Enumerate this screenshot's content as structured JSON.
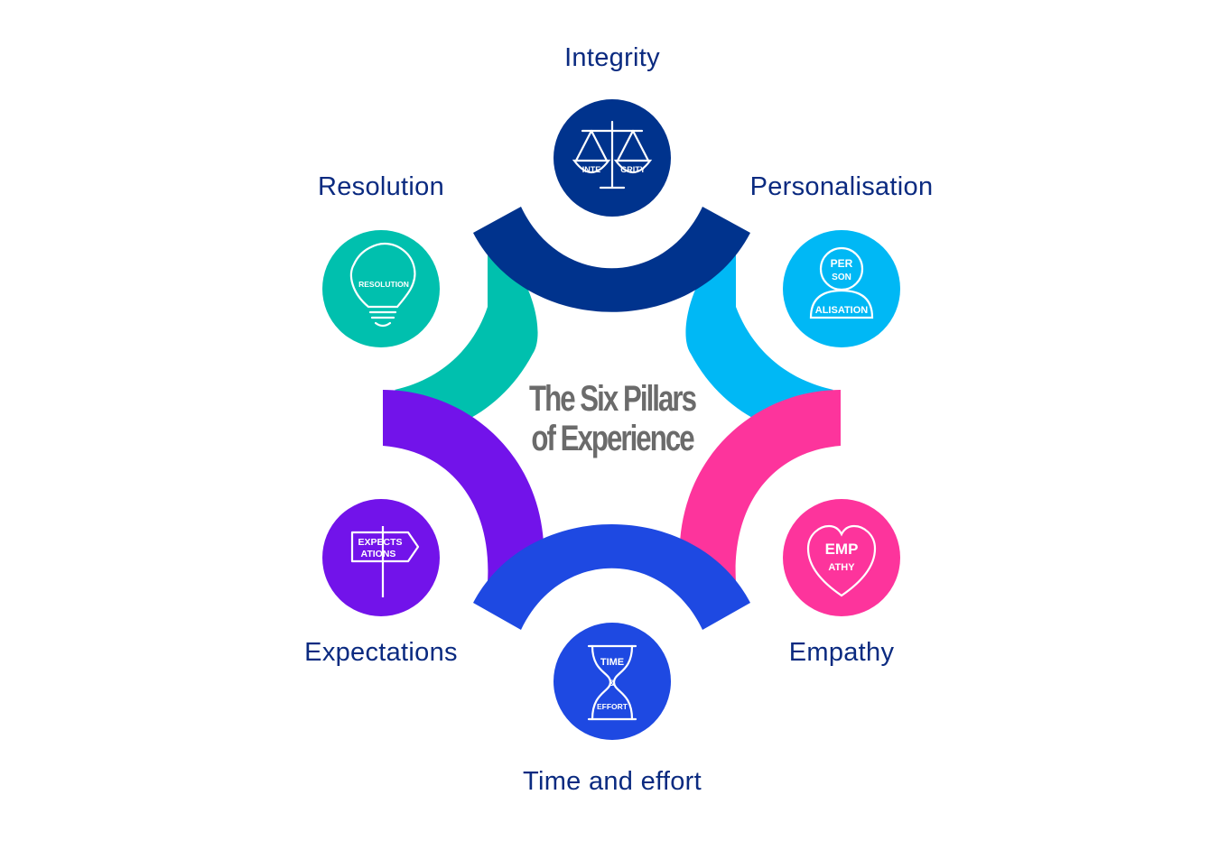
{
  "title_line1": "The Six Pillars",
  "title_line2": "of Experience",
  "pillars": {
    "integrity": {
      "label": "Integrity",
      "color": "#00338d",
      "icon": "scales-icon",
      "icon_text_left": "INTE",
      "icon_text_right": "GRITY"
    },
    "personalisation": {
      "label": "Personalisation",
      "color": "#00b8f5",
      "icon": "person-icon",
      "icon_text_top": "PER",
      "icon_text_mid": "SON",
      "icon_text_bottom": "ALISATION"
    },
    "empathy": {
      "label": "Empathy",
      "color": "#fd349c",
      "icon": "heart-icon",
      "icon_text_top": "EMP",
      "icon_text_bottom": "ATHY"
    },
    "time_effort": {
      "label": "Time and effort",
      "color": "#1e49e2",
      "icon": "hourglass-icon",
      "icon_text_top": "TIME",
      "icon_text_mid": "&",
      "icon_text_bottom": "EFFORT"
    },
    "expectations": {
      "label": "Expectations",
      "color": "#7213ea",
      "icon": "signpost-icon",
      "icon_text_top": "EXPECTS",
      "icon_text_bottom": "ATIONS"
    },
    "resolution": {
      "label": "Resolution",
      "color": "#00c0ae",
      "icon": "lightbulb-icon",
      "icon_text": "RESOLUTION"
    }
  }
}
